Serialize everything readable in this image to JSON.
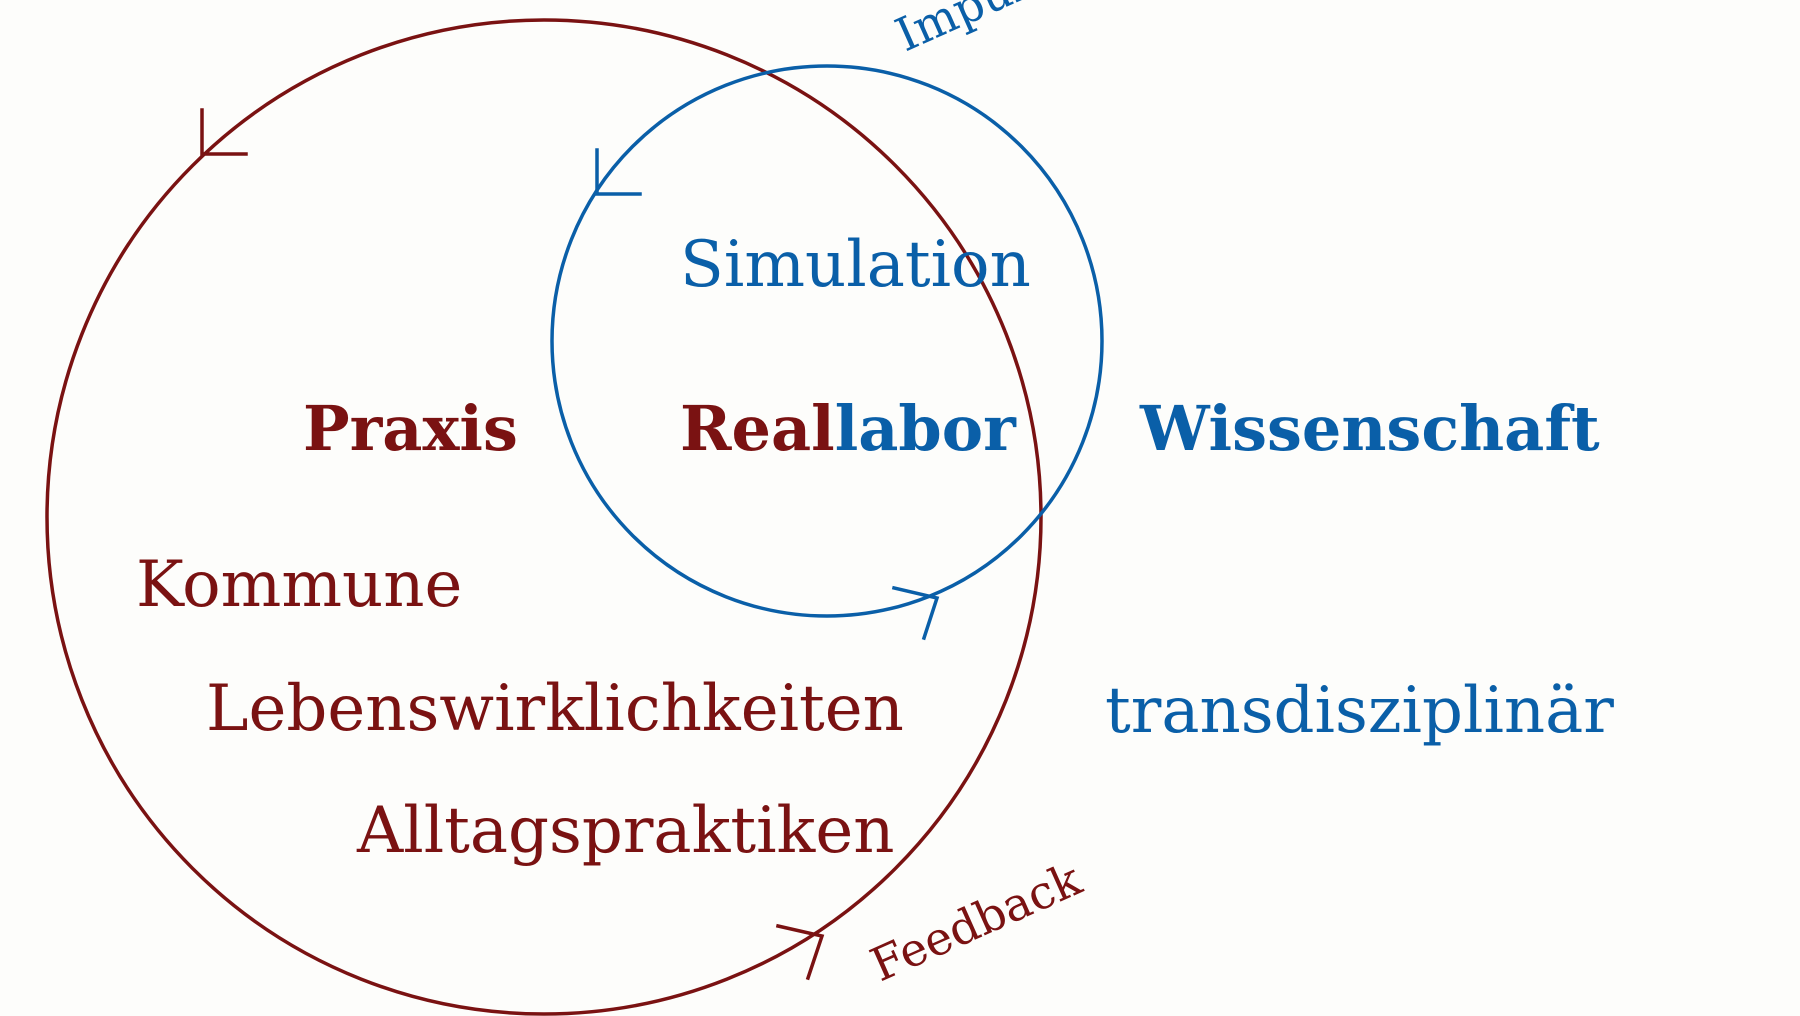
{
  "diagram": {
    "colors": {
      "praxis": "#7a1212",
      "wissenschaft": "#0a5fa8",
      "background": "#fdfdfb"
    },
    "labels": {
      "praxis": "Praxis",
      "reallabor_part1": "Real",
      "reallabor_part2": "labor",
      "wissenschaft": "Wissenschaft",
      "simulation": "Simulation",
      "kommune": "Kommune",
      "lebenswirklichkeiten": "Lebenswirklichkeiten",
      "alltagspraktiken": "Alltagspraktiken",
      "transdisziplinaer": "transdisziplinär",
      "impuls": "Impuls",
      "feedback": "Feedback"
    },
    "arrows": {
      "outer_cycle": "praxis-cycle-arrows",
      "inner_cycle": "wissenschaft-cycle-arrows"
    }
  }
}
